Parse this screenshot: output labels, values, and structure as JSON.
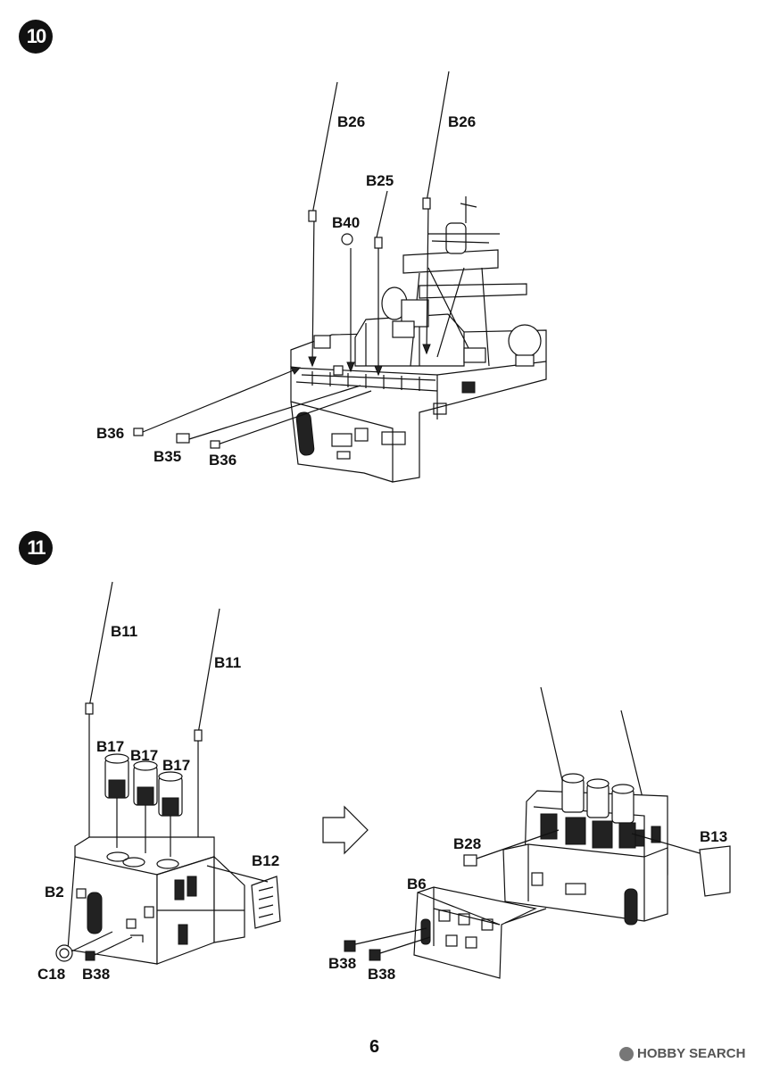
{
  "steps": [
    {
      "number": "10"
    },
    {
      "number": "11"
    }
  ],
  "step10": {
    "labels": {
      "b26_left": "B26",
      "b26_right": "B26",
      "b25": "B25",
      "b40": "B40",
      "b36_left": "B36",
      "b35": "B35",
      "b36_right": "B36"
    }
  },
  "step11": {
    "labels": {
      "b11_left": "B11",
      "b11_right": "B11",
      "b17_a": "B17",
      "b17_b": "B17",
      "b17_c": "B17",
      "b12": "B12",
      "b2": "B2",
      "c18": "C18",
      "b38_left": "B38",
      "b28": "B28",
      "b13": "B13",
      "b6": "B6",
      "b38_a": "B38",
      "b38_b": "B38"
    }
  },
  "footer": {
    "page_number": "6",
    "watermark": "HOBBY SEARCH"
  }
}
